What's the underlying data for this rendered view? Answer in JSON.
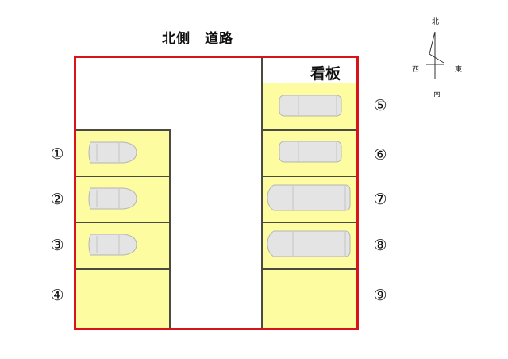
{
  "header": {
    "title": "北側　道路"
  },
  "signboard": {
    "label": "看板"
  },
  "compass": {
    "north": "北",
    "south": "南",
    "east": "東",
    "west": "西"
  },
  "colors": {
    "border": "#d8141b",
    "space_fill": "#fdfca0",
    "divider": "#4a4a40",
    "car_fill": "#e4e4e4",
    "car_stroke": "#b5b5b5"
  },
  "spaces": {
    "left": [
      {
        "number": "①",
        "occupied": true,
        "vehicle": "compact"
      },
      {
        "number": "②",
        "occupied": true,
        "vehicle": "compact"
      },
      {
        "number": "③",
        "occupied": true,
        "vehicle": "compact"
      },
      {
        "number": "④",
        "occupied": false
      }
    ],
    "right": [
      {
        "number": "⑤",
        "occupied": true,
        "vehicle": "van"
      },
      {
        "number": "⑥",
        "occupied": true,
        "vehicle": "van"
      },
      {
        "number": "⑦",
        "occupied": true,
        "vehicle": "minivan"
      },
      {
        "number": "⑧",
        "occupied": true,
        "vehicle": "minivan"
      },
      {
        "number": "⑨",
        "occupied": false
      }
    ]
  }
}
